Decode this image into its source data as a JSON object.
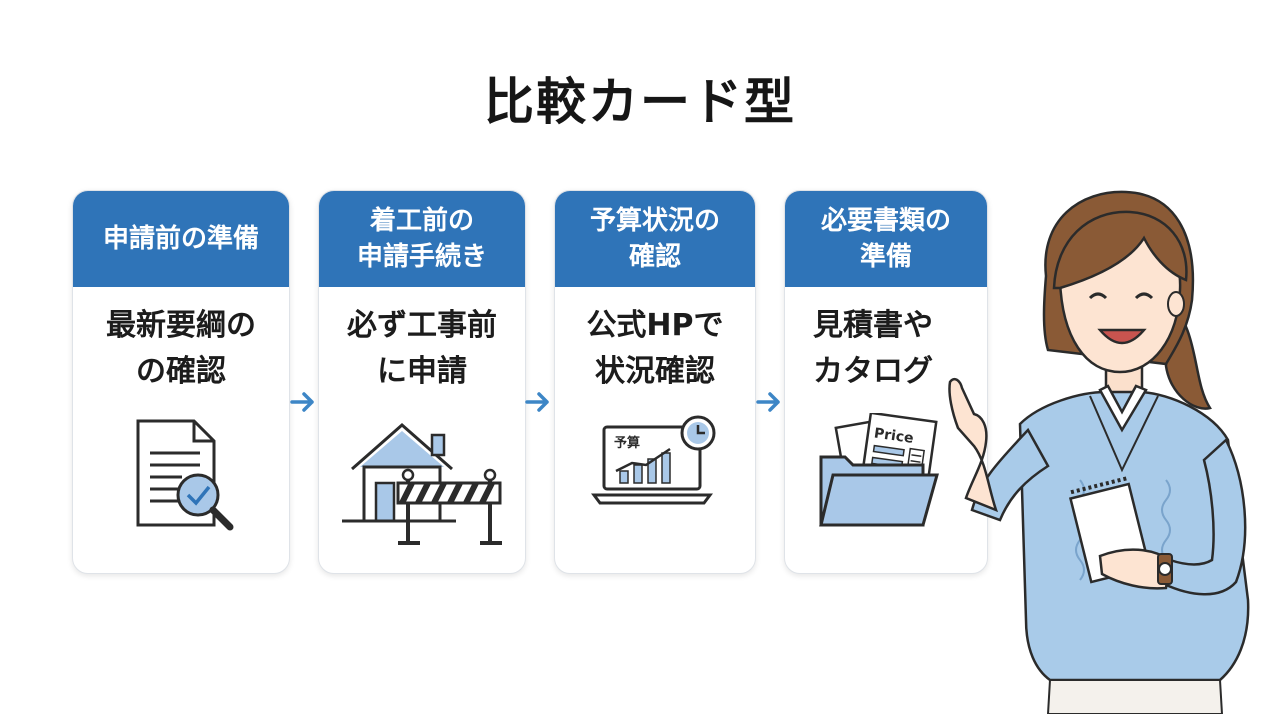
{
  "title": "比較カード型",
  "cards": [
    {
      "header": "申請前の準備",
      "body": "最新要綱の\nの確認",
      "icon": "document-magnifier-icon"
    },
    {
      "header": "着工前の\n申請手続き",
      "body": "必ず工事前\nに申請",
      "icon": "house-barrier-icon"
    },
    {
      "header": "予算状況の\n確認",
      "body": "公式HPで\n状況確認",
      "icon": "laptop-chart-clock-icon",
      "laptop_label": "予算"
    },
    {
      "header": "必要書類の\n準備",
      "body": "見積書や\nカタログ",
      "icon": "folder-price-icon",
      "price_label": "Price"
    }
  ],
  "colors": {
    "accent": "#2f74b8",
    "arrow": "#3d86c6",
    "icon_fill": "#a9c8e8",
    "sweater": "#a9cbe9"
  }
}
